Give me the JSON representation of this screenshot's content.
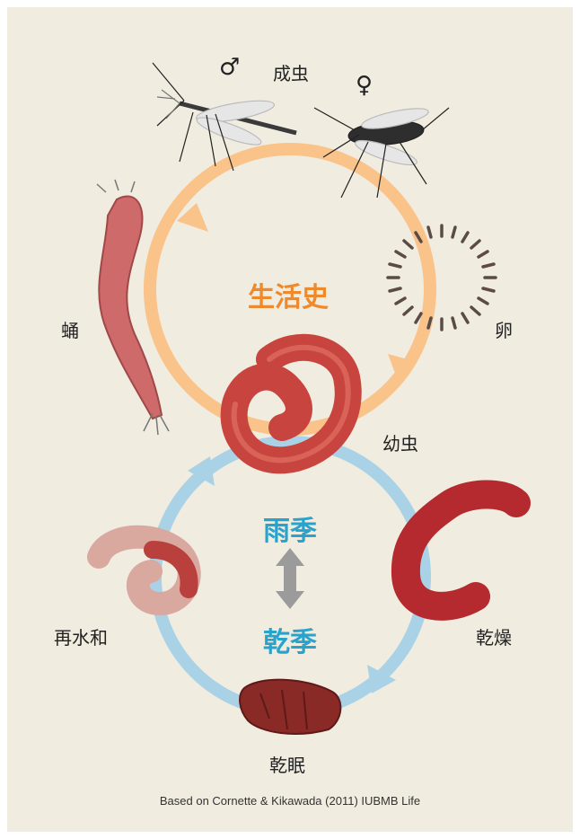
{
  "colors": {
    "background": "#f1ece0",
    "orange_cycle": "#f9c38a",
    "blue_cycle": "#a9d2e6",
    "orange_text": "#ee8a2c",
    "blue_text": "#2aa3cc",
    "double_arrow": "#9b9b9b",
    "larva_red": "#c8443e"
  },
  "labels": {
    "adult": "成虫",
    "male_symbol": "♂",
    "female_symbol": "♀",
    "egg": "卵",
    "pupa": "蛹",
    "larva": "幼虫",
    "drying": "乾燥",
    "anhydrobiosis": "乾眠",
    "rehydration": "再水和"
  },
  "center": {
    "life_cycle": "生活史",
    "rainy_season": "雨季",
    "dry_season": "乾季"
  },
  "credit": "Based on Cornette & Kikawada (2011) IUBMB Life"
}
